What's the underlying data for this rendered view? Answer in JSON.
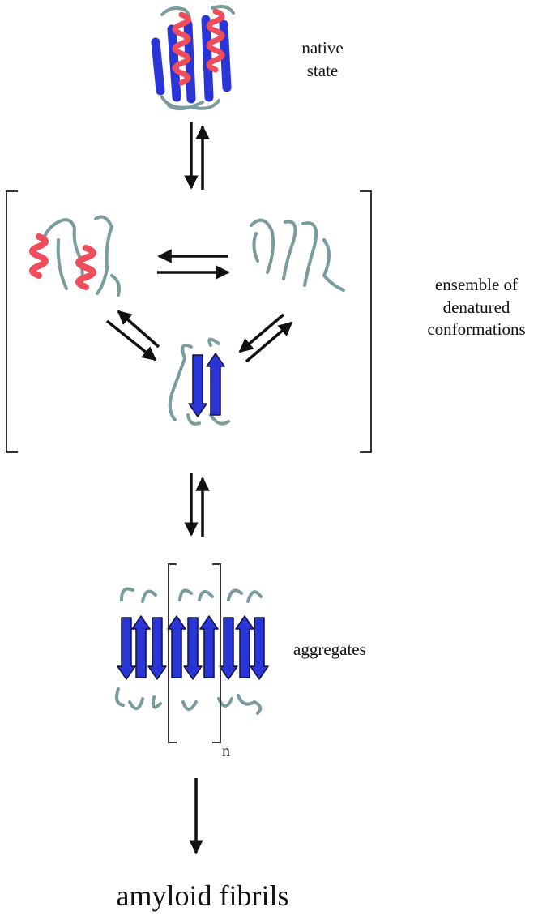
{
  "labels": {
    "native_state": [
      "native",
      "state"
    ],
    "ensemble": [
      "ensemble of",
      "denatured",
      "conformations"
    ],
    "aggregates": "aggregates",
    "repeat_n": "n",
    "amyloid_fibrils": "amyloid fibrils"
  },
  "colors": {
    "coil": "#7a9c9c",
    "helix": "#ef4d5c",
    "strand": "#2a35d8",
    "strand_outline": "#101036",
    "arrow": "#111111",
    "bracket": "#333333"
  }
}
